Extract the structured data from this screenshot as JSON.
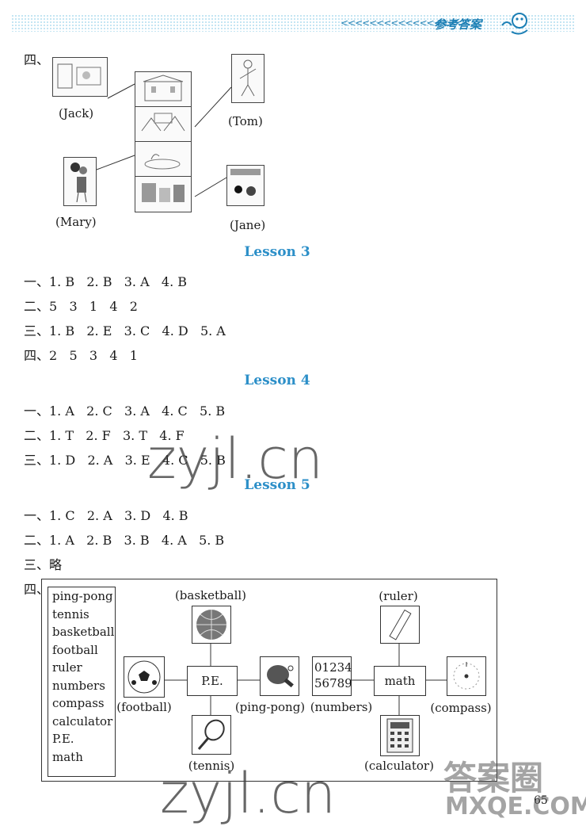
{
  "header": {
    "title": "参考答案",
    "chevrons": "<<<<<<<<<<<<<<<<<<"
  },
  "section_four_top": {
    "label": "四、",
    "names": {
      "jack": "(Jack)",
      "tom": "(Tom)",
      "mary": "(Mary)",
      "jane": "(Jane)"
    }
  },
  "lesson3": {
    "title": "Lesson 3",
    "lines": [
      "一、1. B   2. B   3. A   4. B",
      "二、5   3   1   4   2",
      "三、1. B   2. E   3. C   4. D   5. A",
      "四、2   5   3   4   1"
    ]
  },
  "lesson4": {
    "title": "Lesson 4",
    "lines": [
      "一、1. A   2. C   3. A   4. C   5. B",
      "二、1. T   2. F   3. T   4. F",
      "三、1. D   2. A   3. E   4. C   5. B"
    ]
  },
  "lesson5": {
    "title": "Lesson 5",
    "lines": [
      "一、1. C   2. A   3. D   4. B",
      "二、1. A   2. B   3. B   4. A   5. B",
      "三、略"
    ],
    "part4_label": "四、",
    "word_list": [
      "ping-pong",
      "tennis",
      "basketball",
      "football",
      "ruler",
      "numbers",
      "compass",
      "calculator",
      "P.E.",
      "math"
    ],
    "diagram": {
      "pe_node": "P.E.",
      "math_node": "math",
      "numbers_text_1": "01234",
      "numbers_text_2": "56789",
      "captions": {
        "basketball": "(basketball)",
        "football": "(football)",
        "ping_pong": "(ping-pong)",
        "tennis": "(tennis)",
        "ruler": "(ruler)",
        "numbers": "(numbers)",
        "compass": "(compass)",
        "calculator": "(calculator)"
      }
    }
  },
  "page_number": "65",
  "watermarks": {
    "main": "zyjl.cn",
    "corner_top": "答案圈",
    "corner_bottom": "MXQE.COM"
  },
  "colors": {
    "lesson_title": "#2c8fc8",
    "header_accent": "#1c7fb5"
  }
}
